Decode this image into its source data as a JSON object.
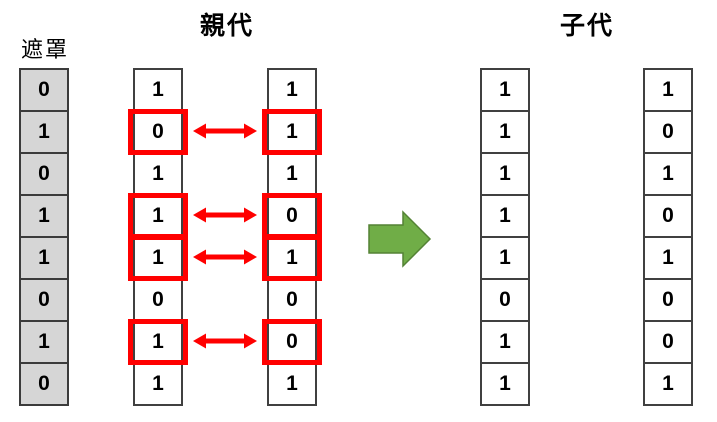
{
  "labels": {
    "mask": "遮罩",
    "parents": "親代",
    "children": "子代"
  },
  "columns": {
    "mask": {
      "values": [
        "0",
        "1",
        "0",
        "1",
        "1",
        "0",
        "1",
        "0"
      ]
    },
    "parent1": {
      "values": [
        "1",
        "0",
        "1",
        "1",
        "1",
        "0",
        "1",
        "1"
      ]
    },
    "parent2": {
      "values": [
        "1",
        "1",
        "1",
        "0",
        "1",
        "0",
        "0",
        "1"
      ]
    },
    "child1": {
      "values": [
        "1",
        "1",
        "1",
        "1",
        "1",
        "0",
        "1",
        "1"
      ]
    },
    "child2": {
      "values": [
        "1",
        "0",
        "1",
        "0",
        "1",
        "0",
        "0",
        "1"
      ]
    }
  },
  "swap_rows_1based": [
    2,
    4,
    5,
    7
  ],
  "colors": {
    "highlight_red": "#ff0000",
    "arrow_green_fill": "#70ad47",
    "arrow_green_stroke": "#548235",
    "mask_cell_bg": "#d6d6d6",
    "cell_border": "#404040"
  }
}
